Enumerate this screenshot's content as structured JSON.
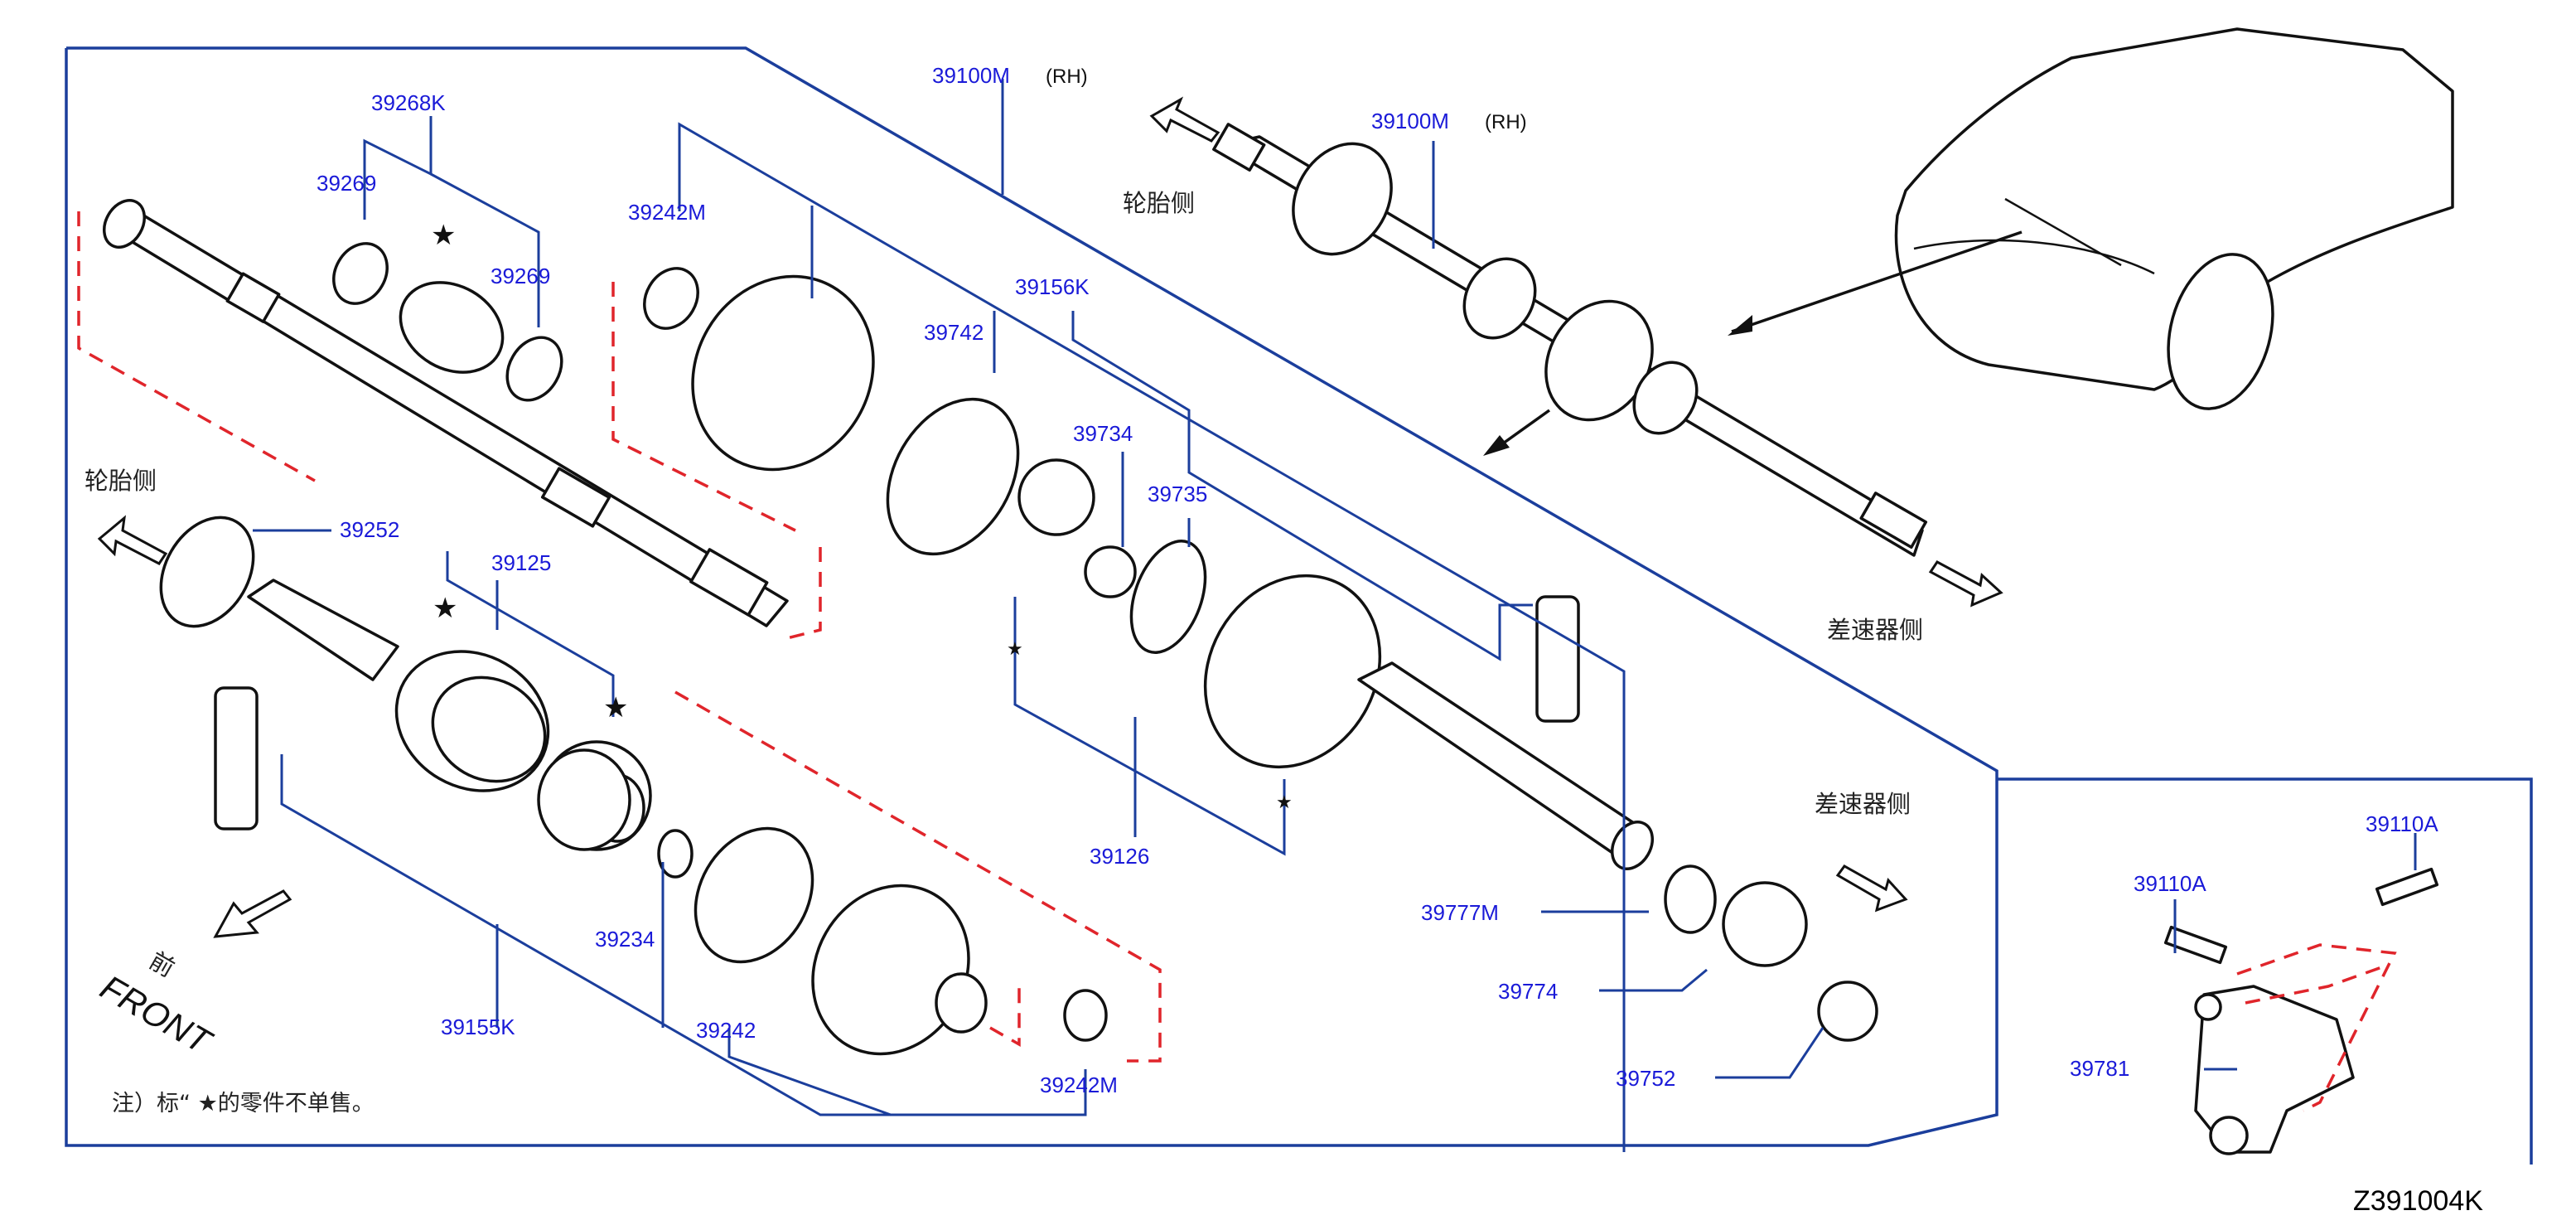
{
  "diagram_code": "Z391004K",
  "note": "注）标“  ★的零件不单售。",
  "front": {
    "cn": "前",
    "en": "FRONT"
  },
  "directions": {
    "tire_side": "轮胎侧",
    "diff_side": "差速器侧"
  },
  "rh": "(RH)",
  "parts": {
    "p39100M_a": "39100M",
    "p39100M_b": "39100M",
    "p39268K": "39268K",
    "p39269_a": "39269",
    "p39269_b": "39269",
    "p39242M_a": "39242M",
    "p39742": "39742",
    "p39156K": "39156K",
    "p39734": "39734",
    "p39735": "39735",
    "p39252": "39252",
    "p39125": "39125",
    "p39126": "39126",
    "p39234": "39234",
    "p39242": "39242",
    "p39155K": "39155K",
    "p39242M_b": "39242M",
    "p39777M": "39777M",
    "p39774": "39774",
    "p39752": "39752",
    "p39110A_a": "39110A",
    "p39110A_b": "39110A",
    "p39781": "39781"
  },
  "colors": {
    "label": "#1a1ad8",
    "frame": "#1b3e9c",
    "dashed": "#e0252b"
  },
  "icons": [
    "star-icon",
    "direction-arrow-icon"
  ]
}
